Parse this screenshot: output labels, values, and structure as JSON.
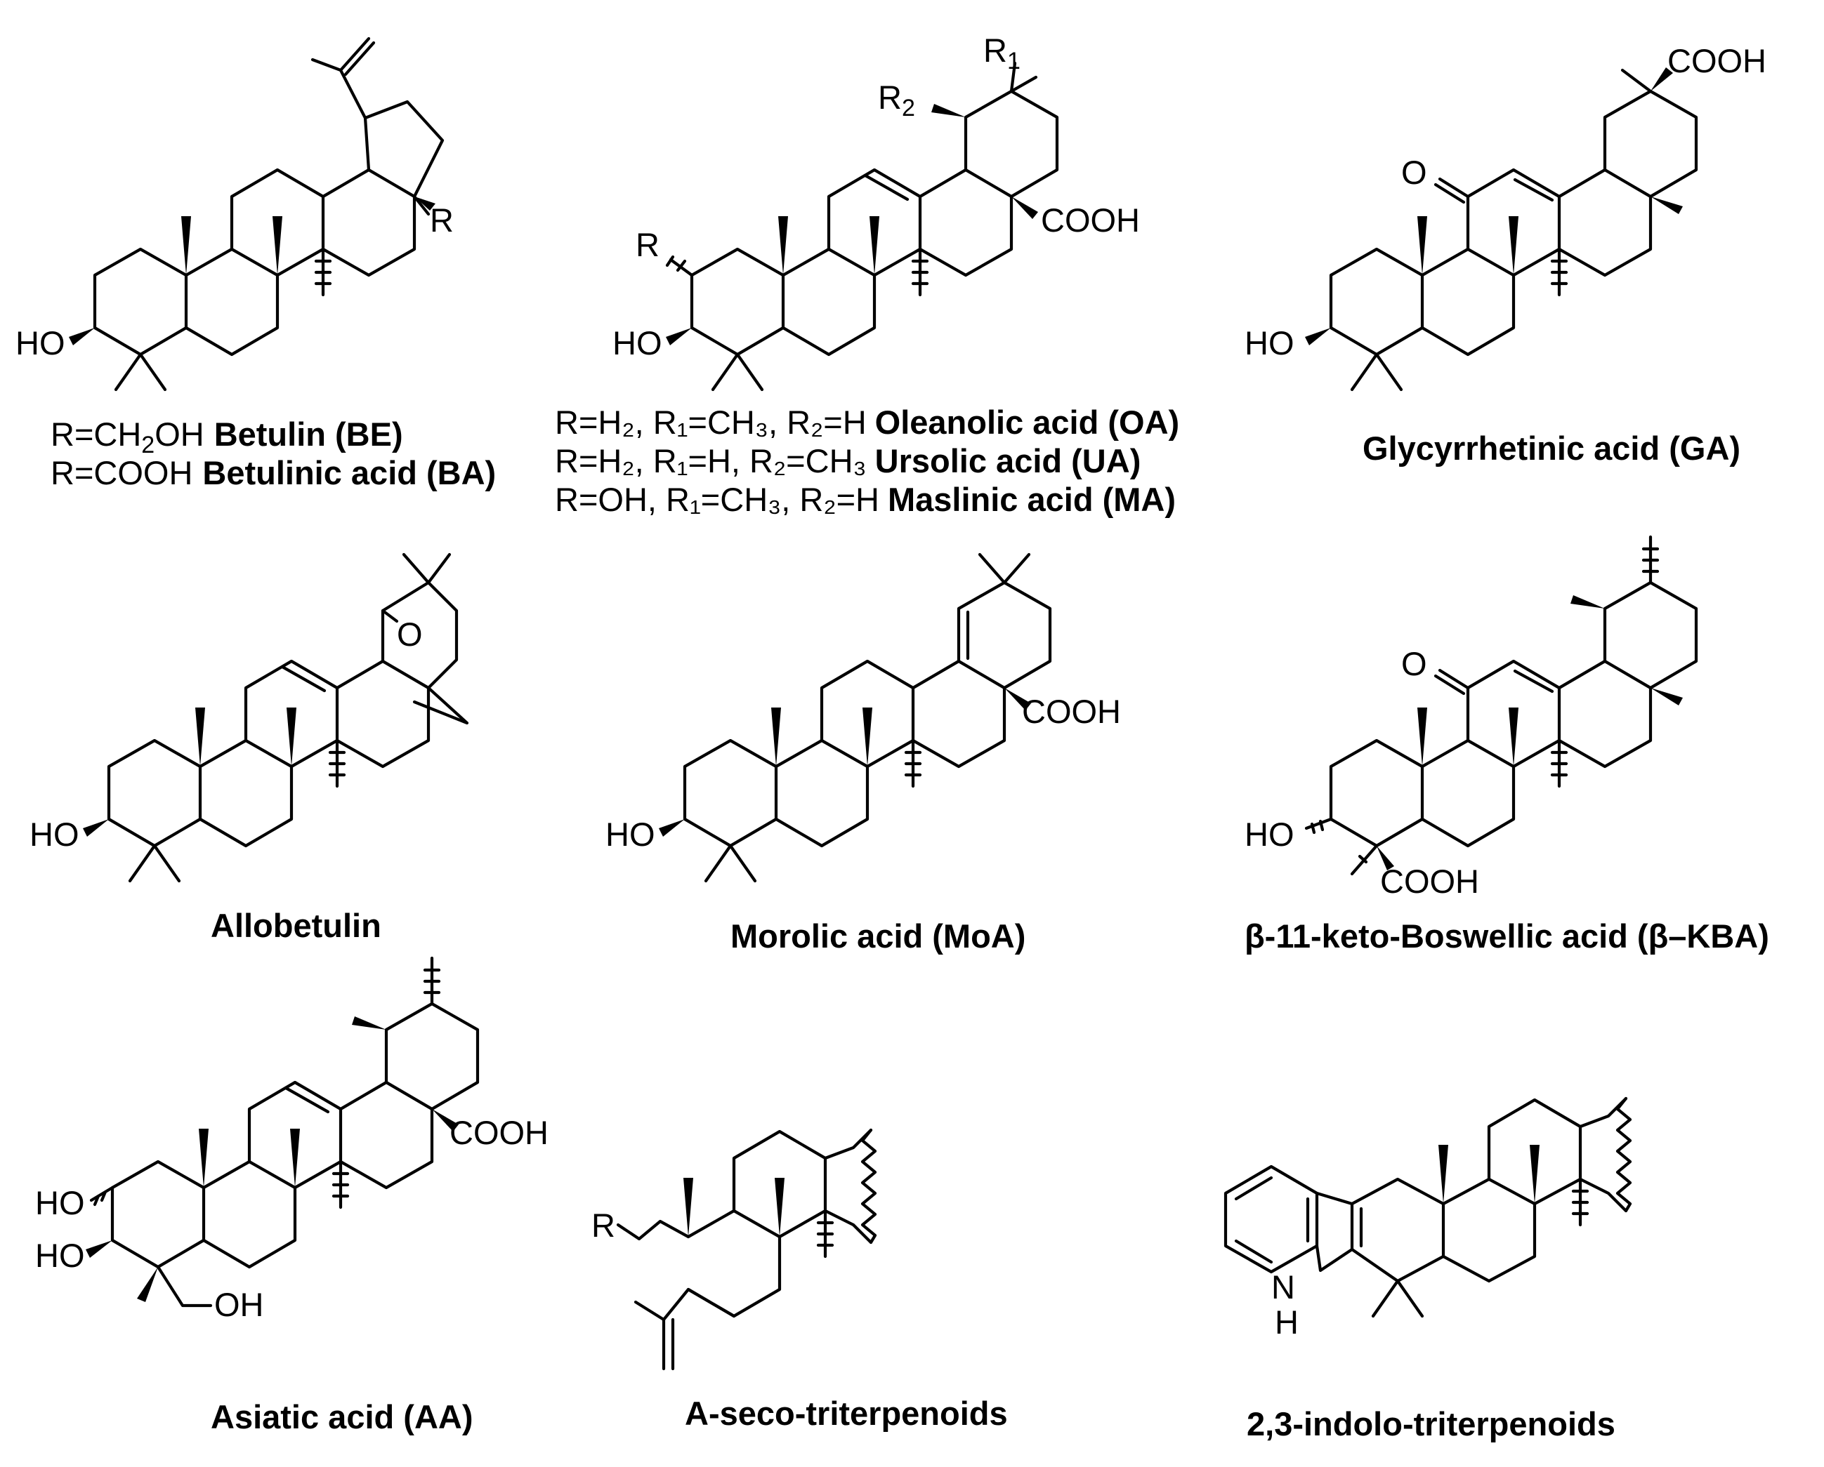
{
  "compounds": {
    "betulin": {
      "atoms": {
        "r": "R",
        "ho": "HO"
      },
      "captions": [
        {
          "prefix": "R=CH",
          "sub": "2",
          "suffix": "OH",
          "name": "Betulin (BE)"
        },
        {
          "prefix": "R=COOH",
          "sub": "",
          "suffix": "",
          "name": "Betulinic acid (BA)"
        }
      ]
    },
    "oleanane": {
      "atoms": {
        "r": "R",
        "r1": "R",
        "r1_sub": "1",
        "r2": "R",
        "r2_sub": "2",
        "ho": "HO",
        "cooh": "COOH"
      },
      "captions": [
        {
          "text": "R=H₂,  R₁=CH₃, R₂=H",
          "name": "Oleanolic acid (OA)"
        },
        {
          "text": "R=H₂,  R₁=H, R₂=CH₃",
          "name": "Ursolic acid (UA)"
        },
        {
          "text": "R=OH, R₁=CH₃, R₂=H",
          "name": "Maslinic acid (MA)"
        }
      ]
    },
    "glycyrrhetinic": {
      "atoms": {
        "o": "O",
        "ho": "HO",
        "cooh": "COOH"
      },
      "name": "Glycyrrhetinic acid (GA)"
    },
    "allobetulin": {
      "atoms": {
        "o": "O",
        "ho": "HO"
      },
      "name": "Allobetulin"
    },
    "morolic": {
      "atoms": {
        "ho": "HO",
        "cooh": "COOH"
      },
      "name": "Morolic acid (MoA)"
    },
    "kba": {
      "atoms": {
        "o": "O",
        "ho": "HO",
        "cooh": "COOH"
      },
      "name": "β-11-keto-Boswellic acid (β–KBA)"
    },
    "asiatic": {
      "atoms": {
        "ho1": "HO",
        "ho2": "HO",
        "oh": "OH",
        "cooh": "COOH"
      },
      "name": "Asiatic acid (AA)"
    },
    "aseco": {
      "atoms": {
        "r": "R"
      },
      "name": "A-seco-triterpenoids"
    },
    "indolo": {
      "atoms": {
        "n": "N",
        "h": "H"
      },
      "name": "2,3-indolo-triterpenoids"
    }
  }
}
